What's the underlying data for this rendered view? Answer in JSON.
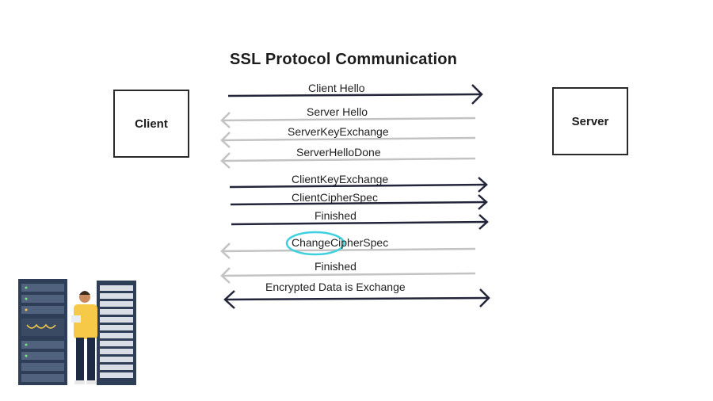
{
  "title": "SSL Protocol Communication",
  "client_label": "Client",
  "server_label": "Server",
  "messages": [
    {
      "label": "Client Hello",
      "direction": "to-server",
      "style": "dark"
    },
    {
      "label": "Server Hello",
      "direction": "to-client",
      "style": "light"
    },
    {
      "label": "ServerKeyExchange",
      "direction": "to-client",
      "style": "light"
    },
    {
      "label": "ServerHelloDone",
      "direction": "to-client",
      "style": "light"
    },
    {
      "label": "ClientKeyExchange",
      "direction": "to-server",
      "style": "dark"
    },
    {
      "label": "ClientCipherSpec",
      "direction": "to-server",
      "style": "dark"
    },
    {
      "label": "Finished",
      "direction": "to-server",
      "style": "dark"
    },
    {
      "label": "ChangeCipherSpec",
      "direction": "to-client",
      "style": "light",
      "highlighted": true
    },
    {
      "label": "Finished",
      "direction": "to-client",
      "style": "light"
    },
    {
      "label": "Encrypted Data is Exchange",
      "direction": "both",
      "style": "dark"
    }
  ],
  "colors": {
    "dark_arrow": "#23253a",
    "light_arrow": "#c3c3c3",
    "highlight_ring": "#3fd0e0",
    "server_rack": "#2f3e57",
    "shirt": "#f7c948"
  },
  "illustration": "server-rack-with-person"
}
